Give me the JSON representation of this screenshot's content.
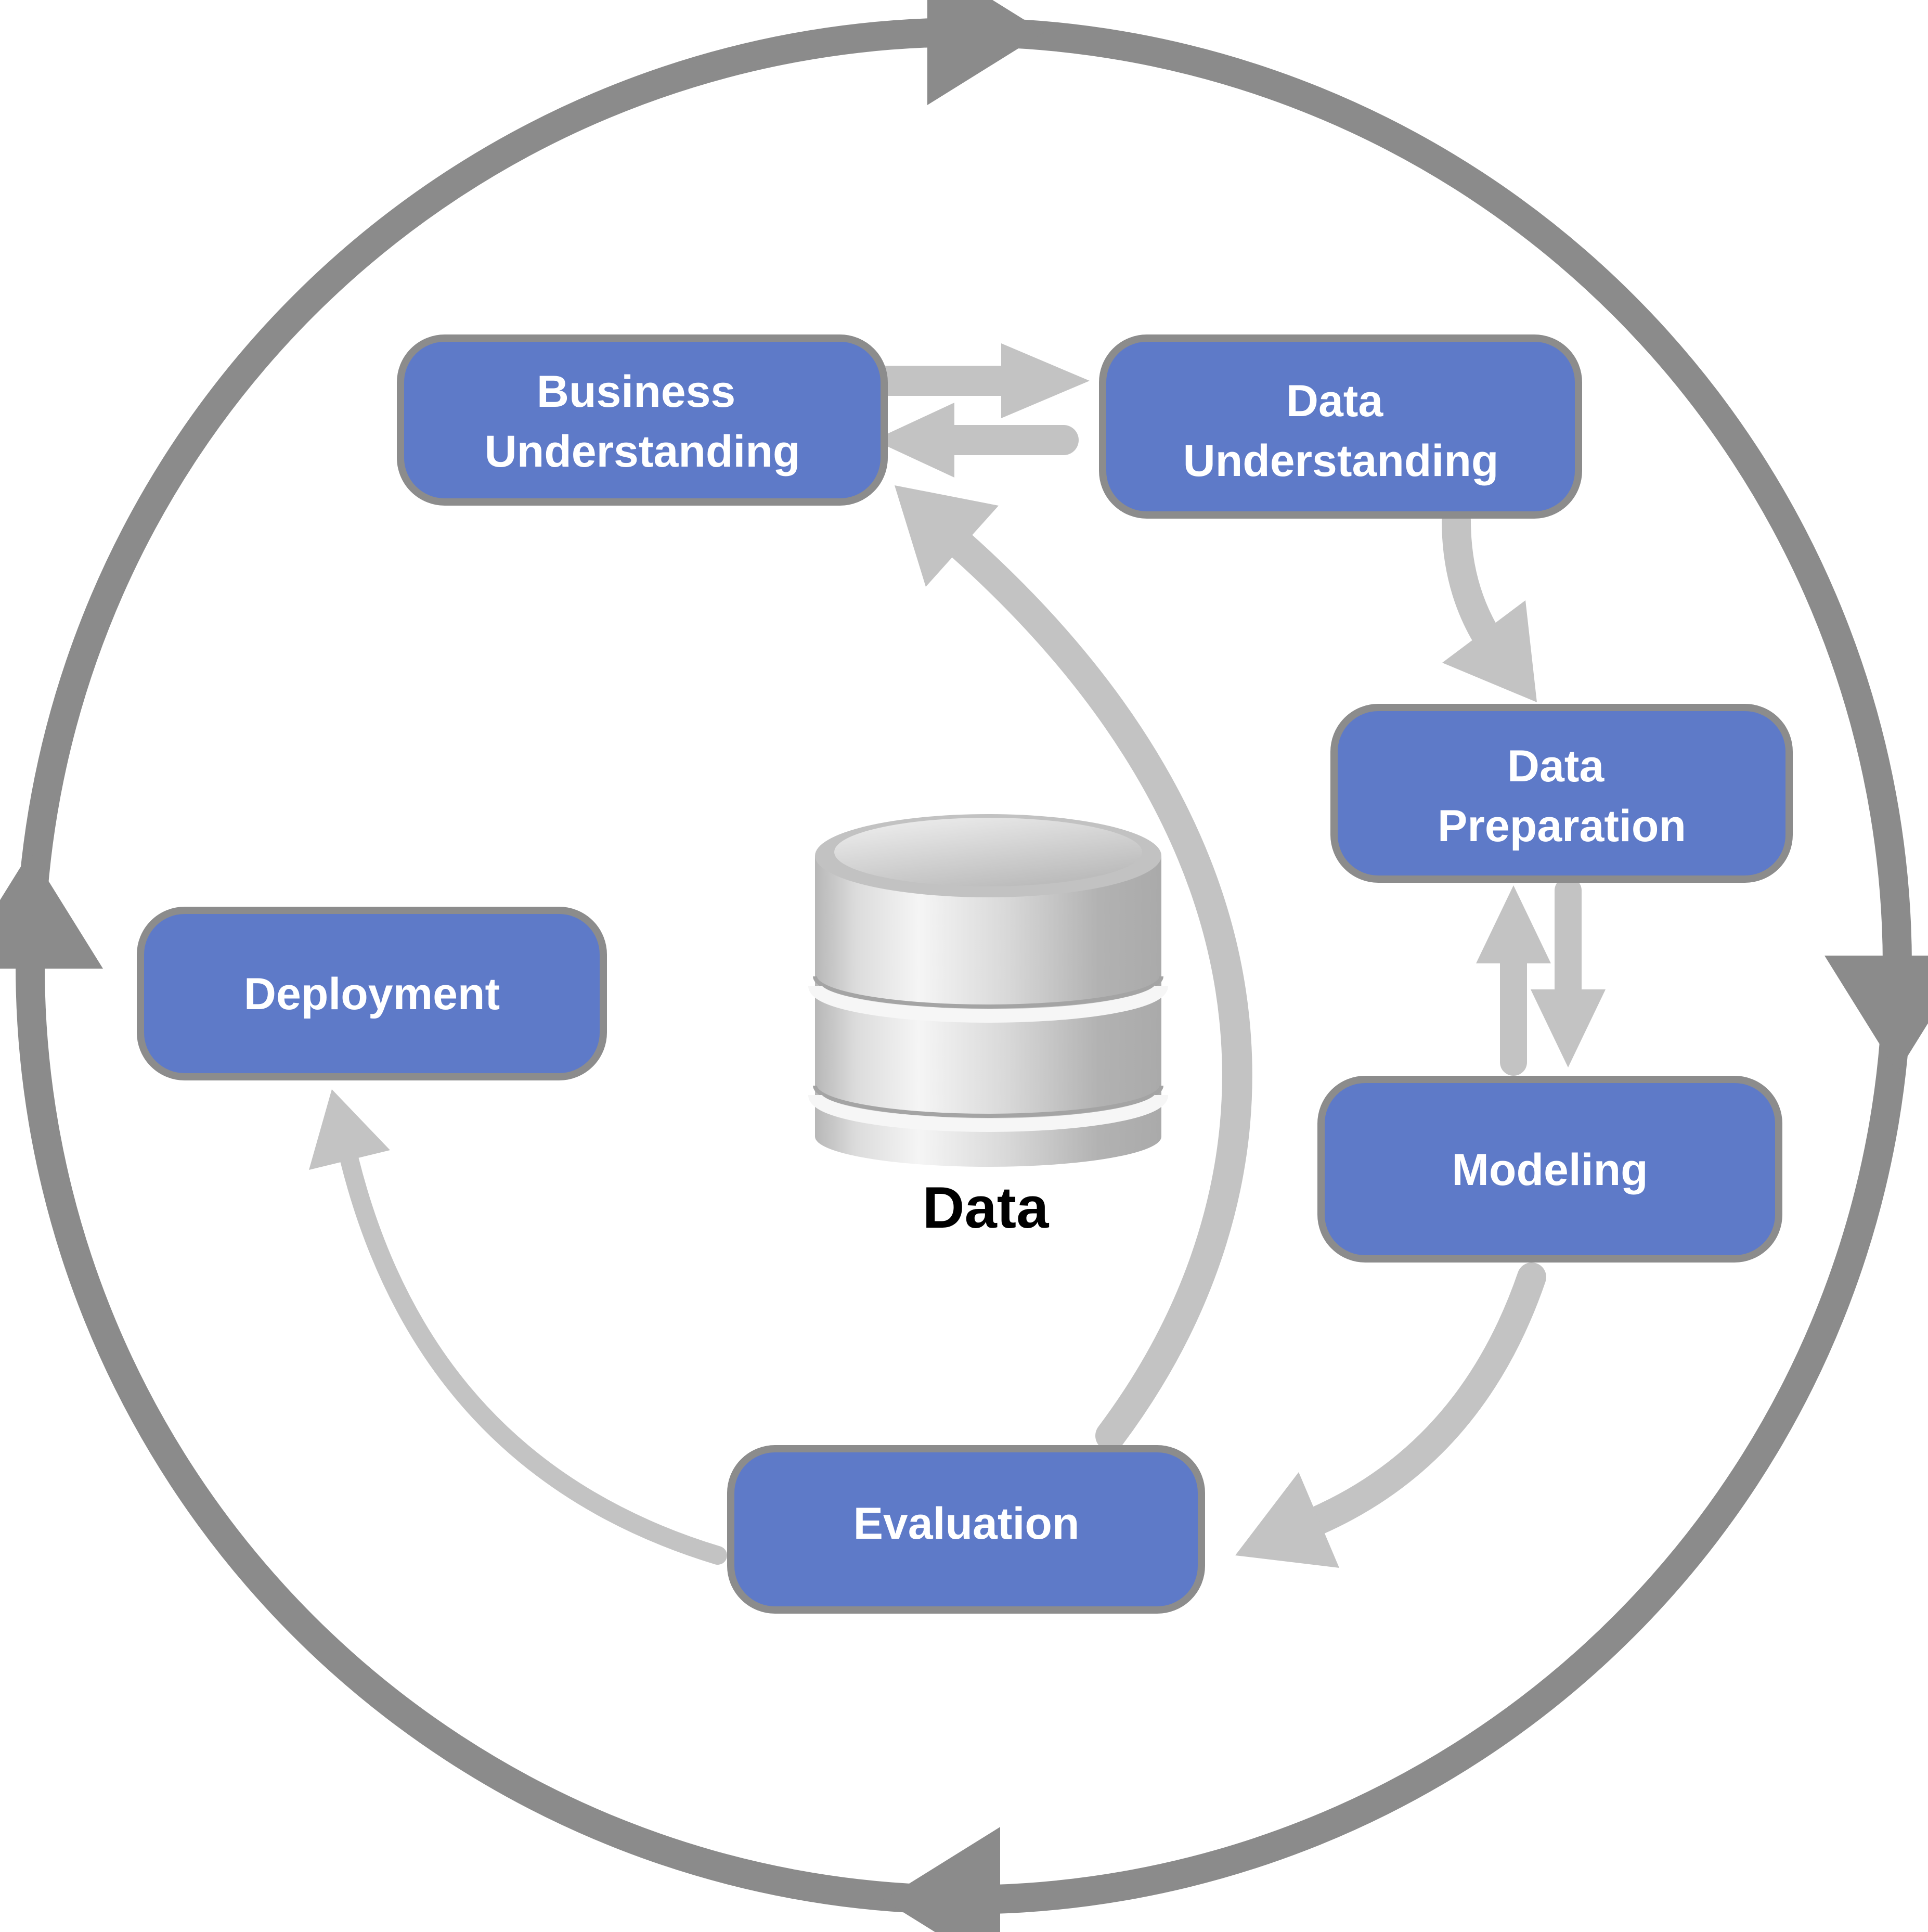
{
  "nodes": {
    "business_understanding": {
      "line1": "Business",
      "line2": "Understanding"
    },
    "data_understanding": {
      "line1": "Data",
      "line2": "Understanding"
    },
    "data_preparation": {
      "line1": "Data",
      "line2": "Preparation"
    },
    "modeling": {
      "label": "Modeling"
    },
    "evaluation": {
      "label": "Evaluation"
    },
    "deployment": {
      "label": "Deployment"
    }
  },
  "center": {
    "label": "Data",
    "icon": "database-cylinder-icon"
  },
  "edges": [
    {
      "from": "Business Understanding",
      "to": "Data Understanding",
      "bidirectional": true,
      "style": "straight-pair"
    },
    {
      "from": "Data Understanding",
      "to": "Data Preparation",
      "bidirectional": false,
      "style": "curved"
    },
    {
      "from": "Data Preparation",
      "to": "Modeling",
      "bidirectional": true,
      "style": "straight-pair"
    },
    {
      "from": "Modeling",
      "to": "Evaluation",
      "bidirectional": false,
      "style": "curved"
    },
    {
      "from": "Evaluation",
      "to": "Business Understanding",
      "bidirectional": false,
      "style": "curved-long"
    },
    {
      "from": "Evaluation",
      "to": "Deployment",
      "bidirectional": false,
      "style": "curved-thin"
    }
  ],
  "cycle": {
    "shape": "outer-circle",
    "direction": "clockwise",
    "arrowheads": 4
  },
  "colors": {
    "node_fill": "#5e7ac8",
    "node_border": "#8c8c8c",
    "node_text": "#ffffff",
    "cycle_gray": "#8b8b8b",
    "arrow_gray": "#c3c3c3",
    "data_text": "#000000",
    "background": "#ffffff"
  }
}
